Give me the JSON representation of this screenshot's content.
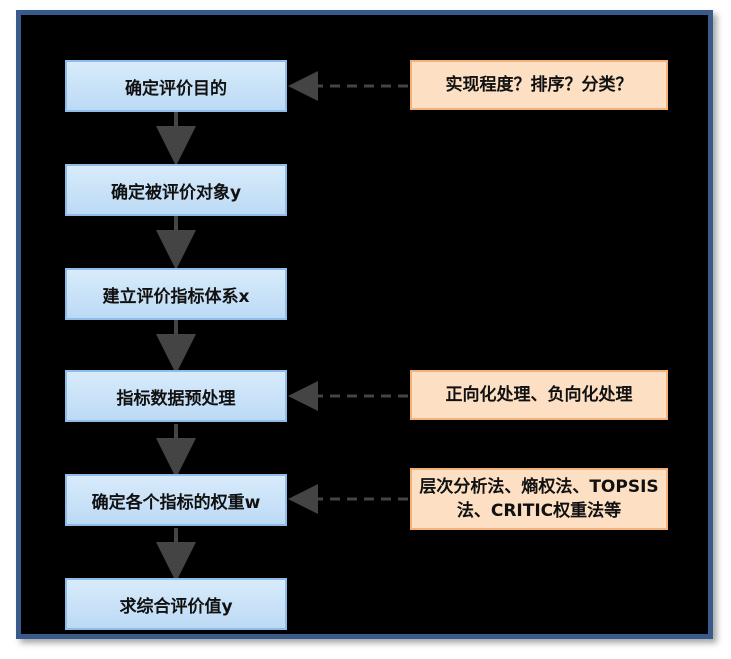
{
  "flow": {
    "steps": [
      "确定评价目的",
      "确定被评价对象y",
      "建立评价指标体系x",
      "指标数据预处理",
      "确定各个指标的权重w",
      "求综合评价值y"
    ]
  },
  "notes": {
    "purpose": "实现程度？排序？分类？",
    "preprocess": "正向化处理、负向化处理",
    "weights_line1": "层次分析法、熵权法、TOPSIS",
    "weights_line2": "法、CRITIC权重法等"
  },
  "colors": {
    "frame_border": "#3a5a8c",
    "step_fill": "#cfe4f8",
    "step_border": "#8fbde8",
    "note_fill": "#fde0c4",
    "note_border": "#f2b27a",
    "arrow": "#444444"
  }
}
